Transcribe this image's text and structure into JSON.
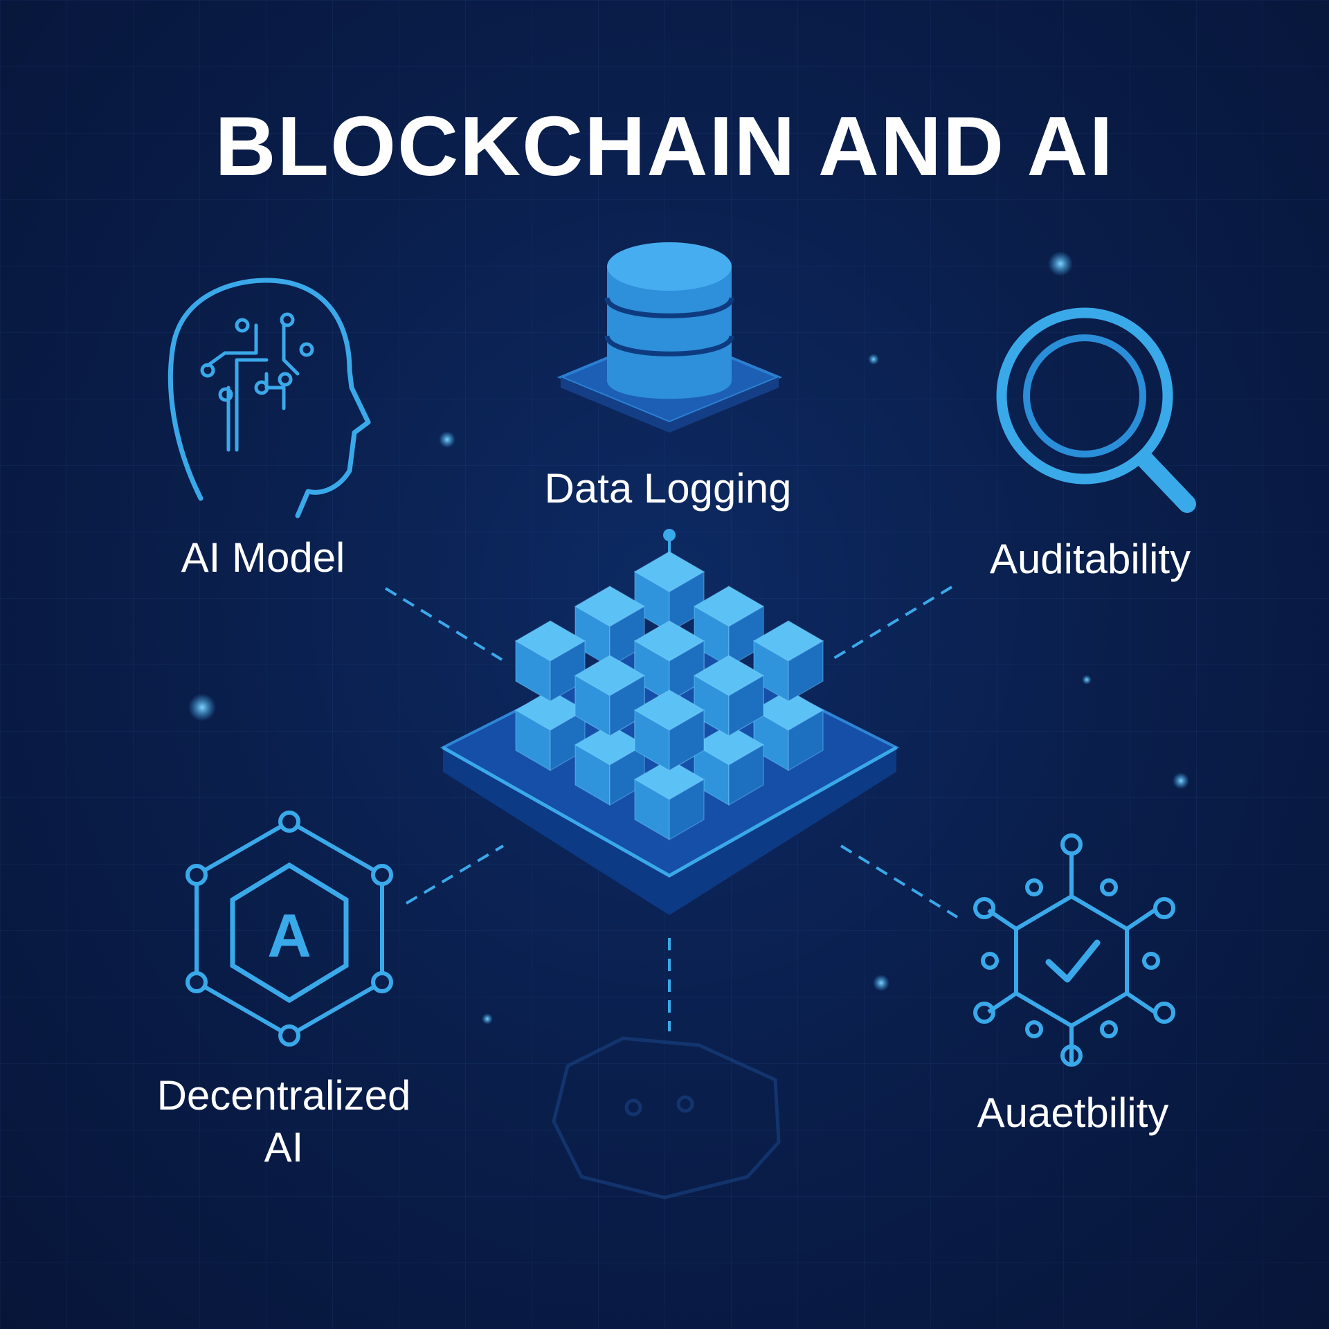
{
  "title": "BLOCKCHAIN AND AI",
  "nodes": {
    "ai_model": {
      "label": "AI Model",
      "icon": "head-circuit-icon"
    },
    "data_logging": {
      "label": "Data Logging",
      "icon": "database-icon"
    },
    "auditability": {
      "label": "Auditability",
      "icon": "magnifier-icon"
    },
    "decentralized_ai_line1": "Decentralized",
    "decentralized_ai_line2": "AI",
    "decentralized_ai_icon": "hexagon-a-icon",
    "auaetbility": {
      "label": "Auaetbility",
      "icon": "hexagon-check-icon"
    },
    "center": {
      "icon": "blockchain-cubes-icon"
    }
  },
  "colors": {
    "background": "#0a1f4d",
    "accent": "#3aa9ea",
    "cube_top": "#5cc2f5",
    "text": "#ffffff"
  }
}
